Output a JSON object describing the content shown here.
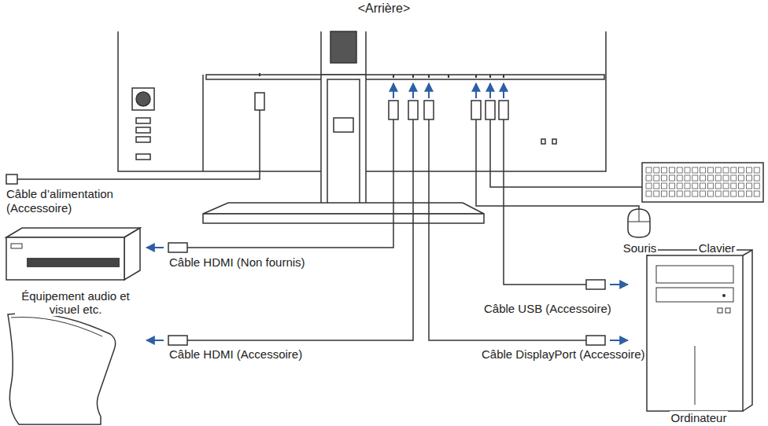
{
  "diagram": {
    "title": "<Arrière>",
    "nodes": [
      {
        "text": [
          "Souris"
        ]
      },
      {
        "text": [
          "Clavier"
        ]
      },
      {
        "text": [
          "Équipement audio et visuel etc."
        ]
      },
      {
        "text": [
          "Ordinateur"
        ]
      }
    ],
    "labels": [
      "Câble d’alimentation (Accessoire)",
      "Câble HDMI (Non fournis)",
      "Câble USB (Accessoire)",
      "Câble HDMI (Accessoire)",
      "Câble DisplayPort (Accessoire)"
    ]
  }
}
